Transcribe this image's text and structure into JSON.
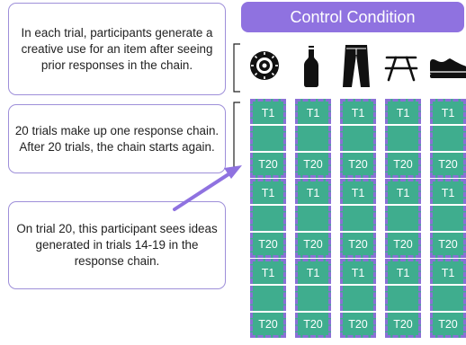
{
  "notes": {
    "trial_info": "In each trial, participants generate a creative use for an item after seeing prior responses in the chain.",
    "chain_info": "20 trials make up one response chain. After 20 trials, the chain starts again.",
    "trial20_info": "On trial 20, this participant sees ideas generated in trials 14-19 in the response chain."
  },
  "header": {
    "title": "Control Condition",
    "color": "#8f72e0"
  },
  "icons": [
    "tire-icon",
    "bottle-icon",
    "pants-icon",
    "picnic-table-icon",
    "shoe-icon"
  ],
  "grid": {
    "columns": 5,
    "chains": 3,
    "first_label": "T1",
    "last_label": "T20",
    "cell_color": "#3fad8e",
    "border_color": "#8a70d6"
  }
}
